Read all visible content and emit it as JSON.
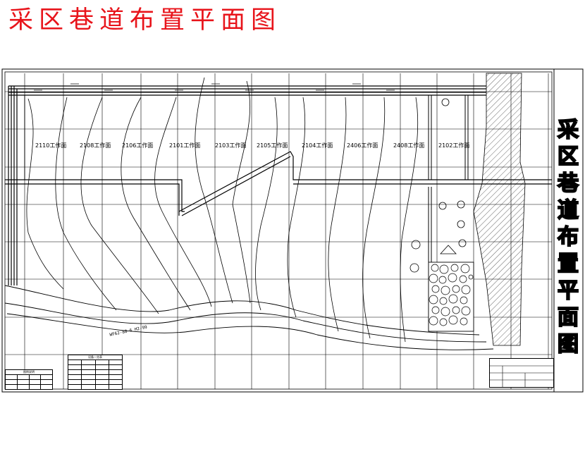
{
  "page_title": "采区巷道布置平面图",
  "side_title_chars": [
    "采",
    "区",
    "巷",
    "道",
    "布",
    "置",
    "平",
    "面",
    "图"
  ],
  "working_faces": [
    "2110工作面",
    "2108工作面",
    "2106工作面",
    "2101工作面",
    "2103工作面",
    "2105工作面",
    "2104工作面",
    "2406工作面",
    "2408工作面",
    "2102工作面"
  ],
  "fault_label": "WF62-88-6 H2-99",
  "colors": {
    "title": "#e8141b",
    "lines": "#000000"
  },
  "legend_left": {
    "title": "图例说明"
  },
  "legend_middle": {
    "title": "设备一览表"
  }
}
